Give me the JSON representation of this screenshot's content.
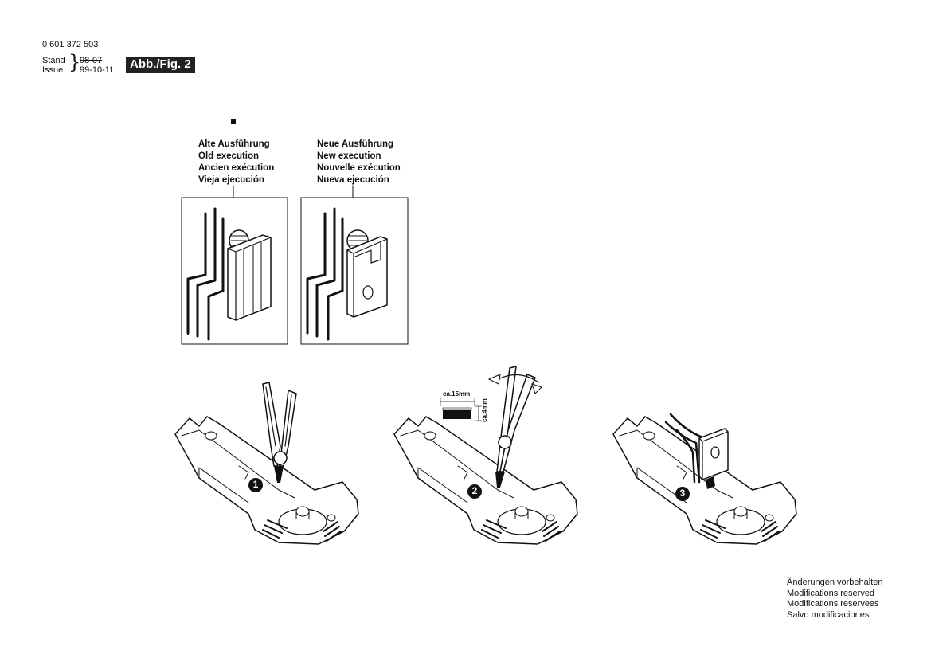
{
  "header": {
    "part_number": "0 601 372 503",
    "stand_label": "Stand",
    "issue_label": "Issue",
    "stand_value": "98-07",
    "issue_value": "99-10-11",
    "figure_label": "Abb./Fig. 2"
  },
  "old_execution": {
    "lines": [
      "Alte Ausführung",
      "Old execution",
      "Ancien exécution",
      "Vieja ejecución"
    ]
  },
  "new_execution": {
    "lines": [
      "Neue Ausführung",
      "New execution",
      "Nouvelle exécution",
      "Nueva ejecución"
    ]
  },
  "steps": {
    "step1": "1",
    "step2": "2",
    "step3": "3"
  },
  "dimensions": {
    "length": "ca.15mm",
    "width": "ca.4mm"
  },
  "footer": {
    "lines": [
      "Änderungen vorbehalten",
      "Modifications reserved",
      "Modifications reservees",
      "Salvo modificaciones"
    ]
  },
  "colors": {
    "ink": "#111111",
    "badge_bg": "#222222"
  }
}
